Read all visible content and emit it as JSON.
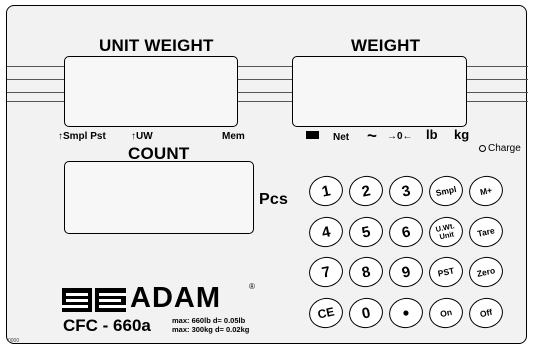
{
  "displays": {
    "unit_weight": {
      "title": "UNIT WEIGHT"
    },
    "weight": {
      "title": "WEIGHT"
    },
    "count": {
      "title": "COUNT",
      "unit": "Pcs"
    }
  },
  "indicators": {
    "smpl_pst": "↑Smpl Pst",
    "uw": "↑UW",
    "mem": "Mem",
    "net": "Net",
    "stable": "~",
    "zero": "→0←",
    "lb": "lb",
    "kg": "kg",
    "charge": "Charge"
  },
  "keypad": {
    "row1": [
      "1",
      "2",
      "3",
      "Smpl",
      "M+"
    ],
    "row2": [
      "4",
      "5",
      "6",
      "U.Wt. Unit",
      "Tare"
    ],
    "row3": [
      "7",
      "8",
      "9",
      "PST",
      "Zero"
    ],
    "row4": [
      "CE",
      "0",
      "•",
      "On",
      "Off"
    ]
  },
  "branding": {
    "brand": "ADAM",
    "registered": "®",
    "model": "CFC - 660a",
    "spec_line1": "max: 660lb  d= 0.05lb",
    "spec_line2": "max: 300kg  d= 0.02kg",
    "code": "0000"
  }
}
